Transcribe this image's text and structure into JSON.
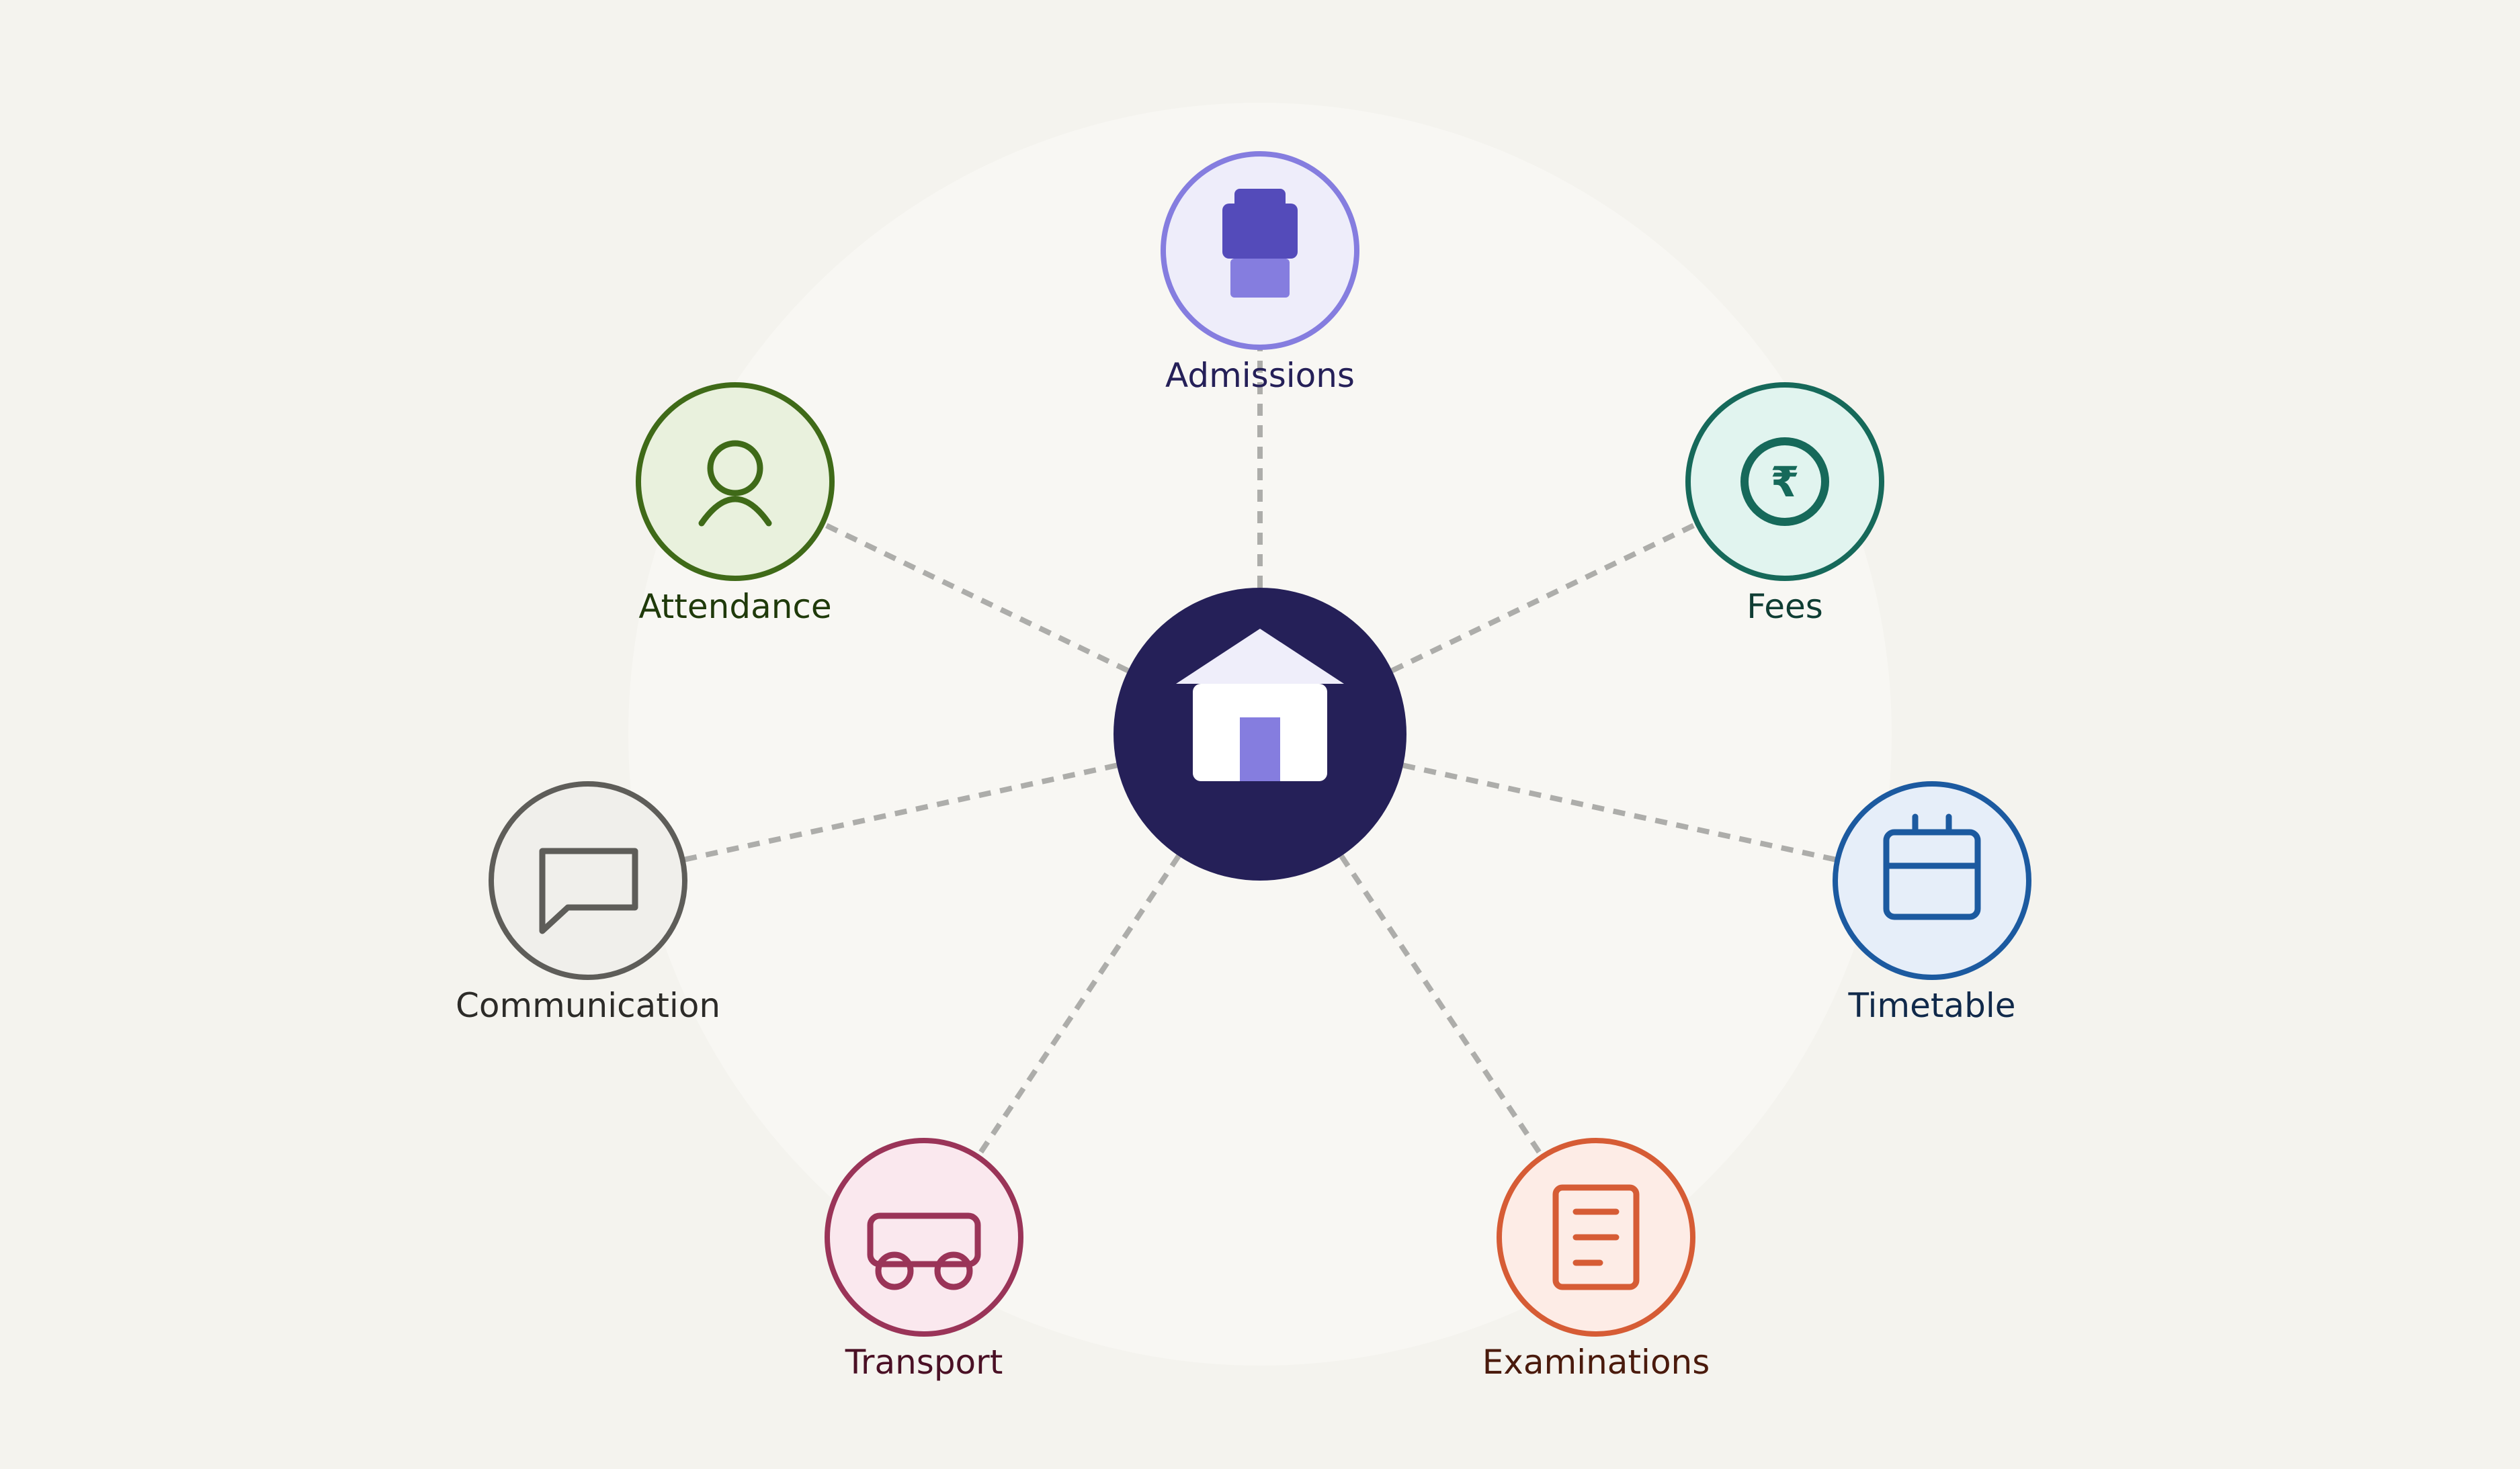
{
  "hub": {
    "name": "home",
    "icon": "home-icon",
    "fill": "#252058",
    "roof_color": "#efeefa",
    "door_color": "#857ddf"
  },
  "modules": [
    {
      "key": "admissions",
      "label": "Admissions",
      "icon": "admissions-icon",
      "stroke": "#857ddf",
      "fill": "#eeedfa",
      "text": "#252058"
    },
    {
      "key": "attendance",
      "label": "Attendance",
      "icon": "user-icon",
      "stroke": "#3f6a18",
      "fill": "#e9f1dd",
      "text": "#1f3a0a"
    },
    {
      "key": "fees",
      "label": "Fees",
      "icon": "rupee-coin-icon",
      "glyph": "₹",
      "stroke": "#16695a",
      "fill": "#e1f4ef",
      "text": "#0f3d33"
    },
    {
      "key": "communication",
      "label": "Communication",
      "icon": "chat-bubble-icon",
      "stroke": "#5e5d59",
      "fill": "#f0efeb",
      "text": "#2c2b28"
    },
    {
      "key": "timetable",
      "label": "Timetable",
      "icon": "calendar-icon",
      "stroke": "#1c5aa0",
      "fill": "#e6eef9",
      "text": "#10294a"
    },
    {
      "key": "transport",
      "label": "Transport",
      "icon": "bus-icon",
      "stroke": "#9a3458",
      "fill": "#fae8ee",
      "text": "#4a1025"
    },
    {
      "key": "examinations",
      "label": "Examinations",
      "icon": "document-icon",
      "stroke": "#d65c35",
      "fill": "#fdece6",
      "text": "#4a1a0c"
    }
  ],
  "colors": {
    "background": "#f4f3ee",
    "halo": "#f8f7f3",
    "connector": "#adadaa"
  }
}
